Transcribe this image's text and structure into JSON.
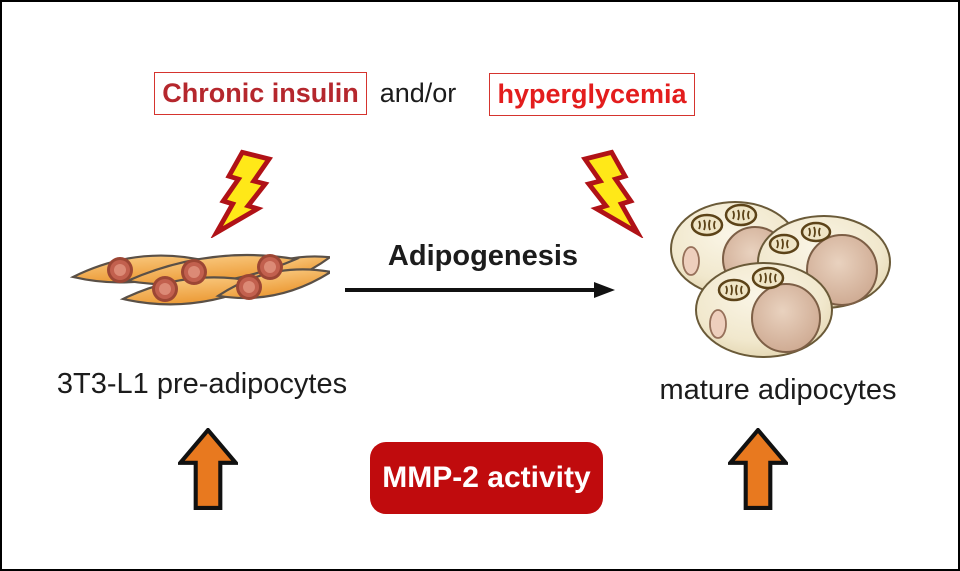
{
  "diagram": {
    "title_context": "adipogenesis-schematic",
    "stimuli": {
      "chronic_insulin": "Chronic insulin",
      "connector": "and/or",
      "hyperglycemia": "hyperglycemia"
    },
    "process": {
      "arrow_label": "Adipogenesis"
    },
    "cells": {
      "left_label": "3T3-L1 pre-adipocytes",
      "right_label": "mature adipocytes"
    },
    "mmp": {
      "label": "MMP-2 activity"
    },
    "icons": {
      "stress_icon": "lightning-bolt-icon",
      "increase_icon": "block-up-arrow-icon",
      "process_icon": "right-arrow-icon"
    },
    "colors": {
      "chronic_text": "#b5272d",
      "hyperglycemia_text": "#e31d1d",
      "stim_box_border": "#d5342e",
      "mmp_background": "#c00b0d",
      "mmp_text": "#ffffff",
      "bolt_fill": "#ffe818",
      "bolt_outline": "#b01217",
      "up_arrow_fill": "#e8791f",
      "up_arrow_outline": "#111111",
      "preadipocyte_fill": "#f2a94f",
      "adipocyte_fill": "#f3ecd6",
      "lipid_droplet_fill": "#d8b49c",
      "text_black": "#1c1c1c",
      "background": "#ffffff",
      "frame_border": "#000000"
    }
  }
}
